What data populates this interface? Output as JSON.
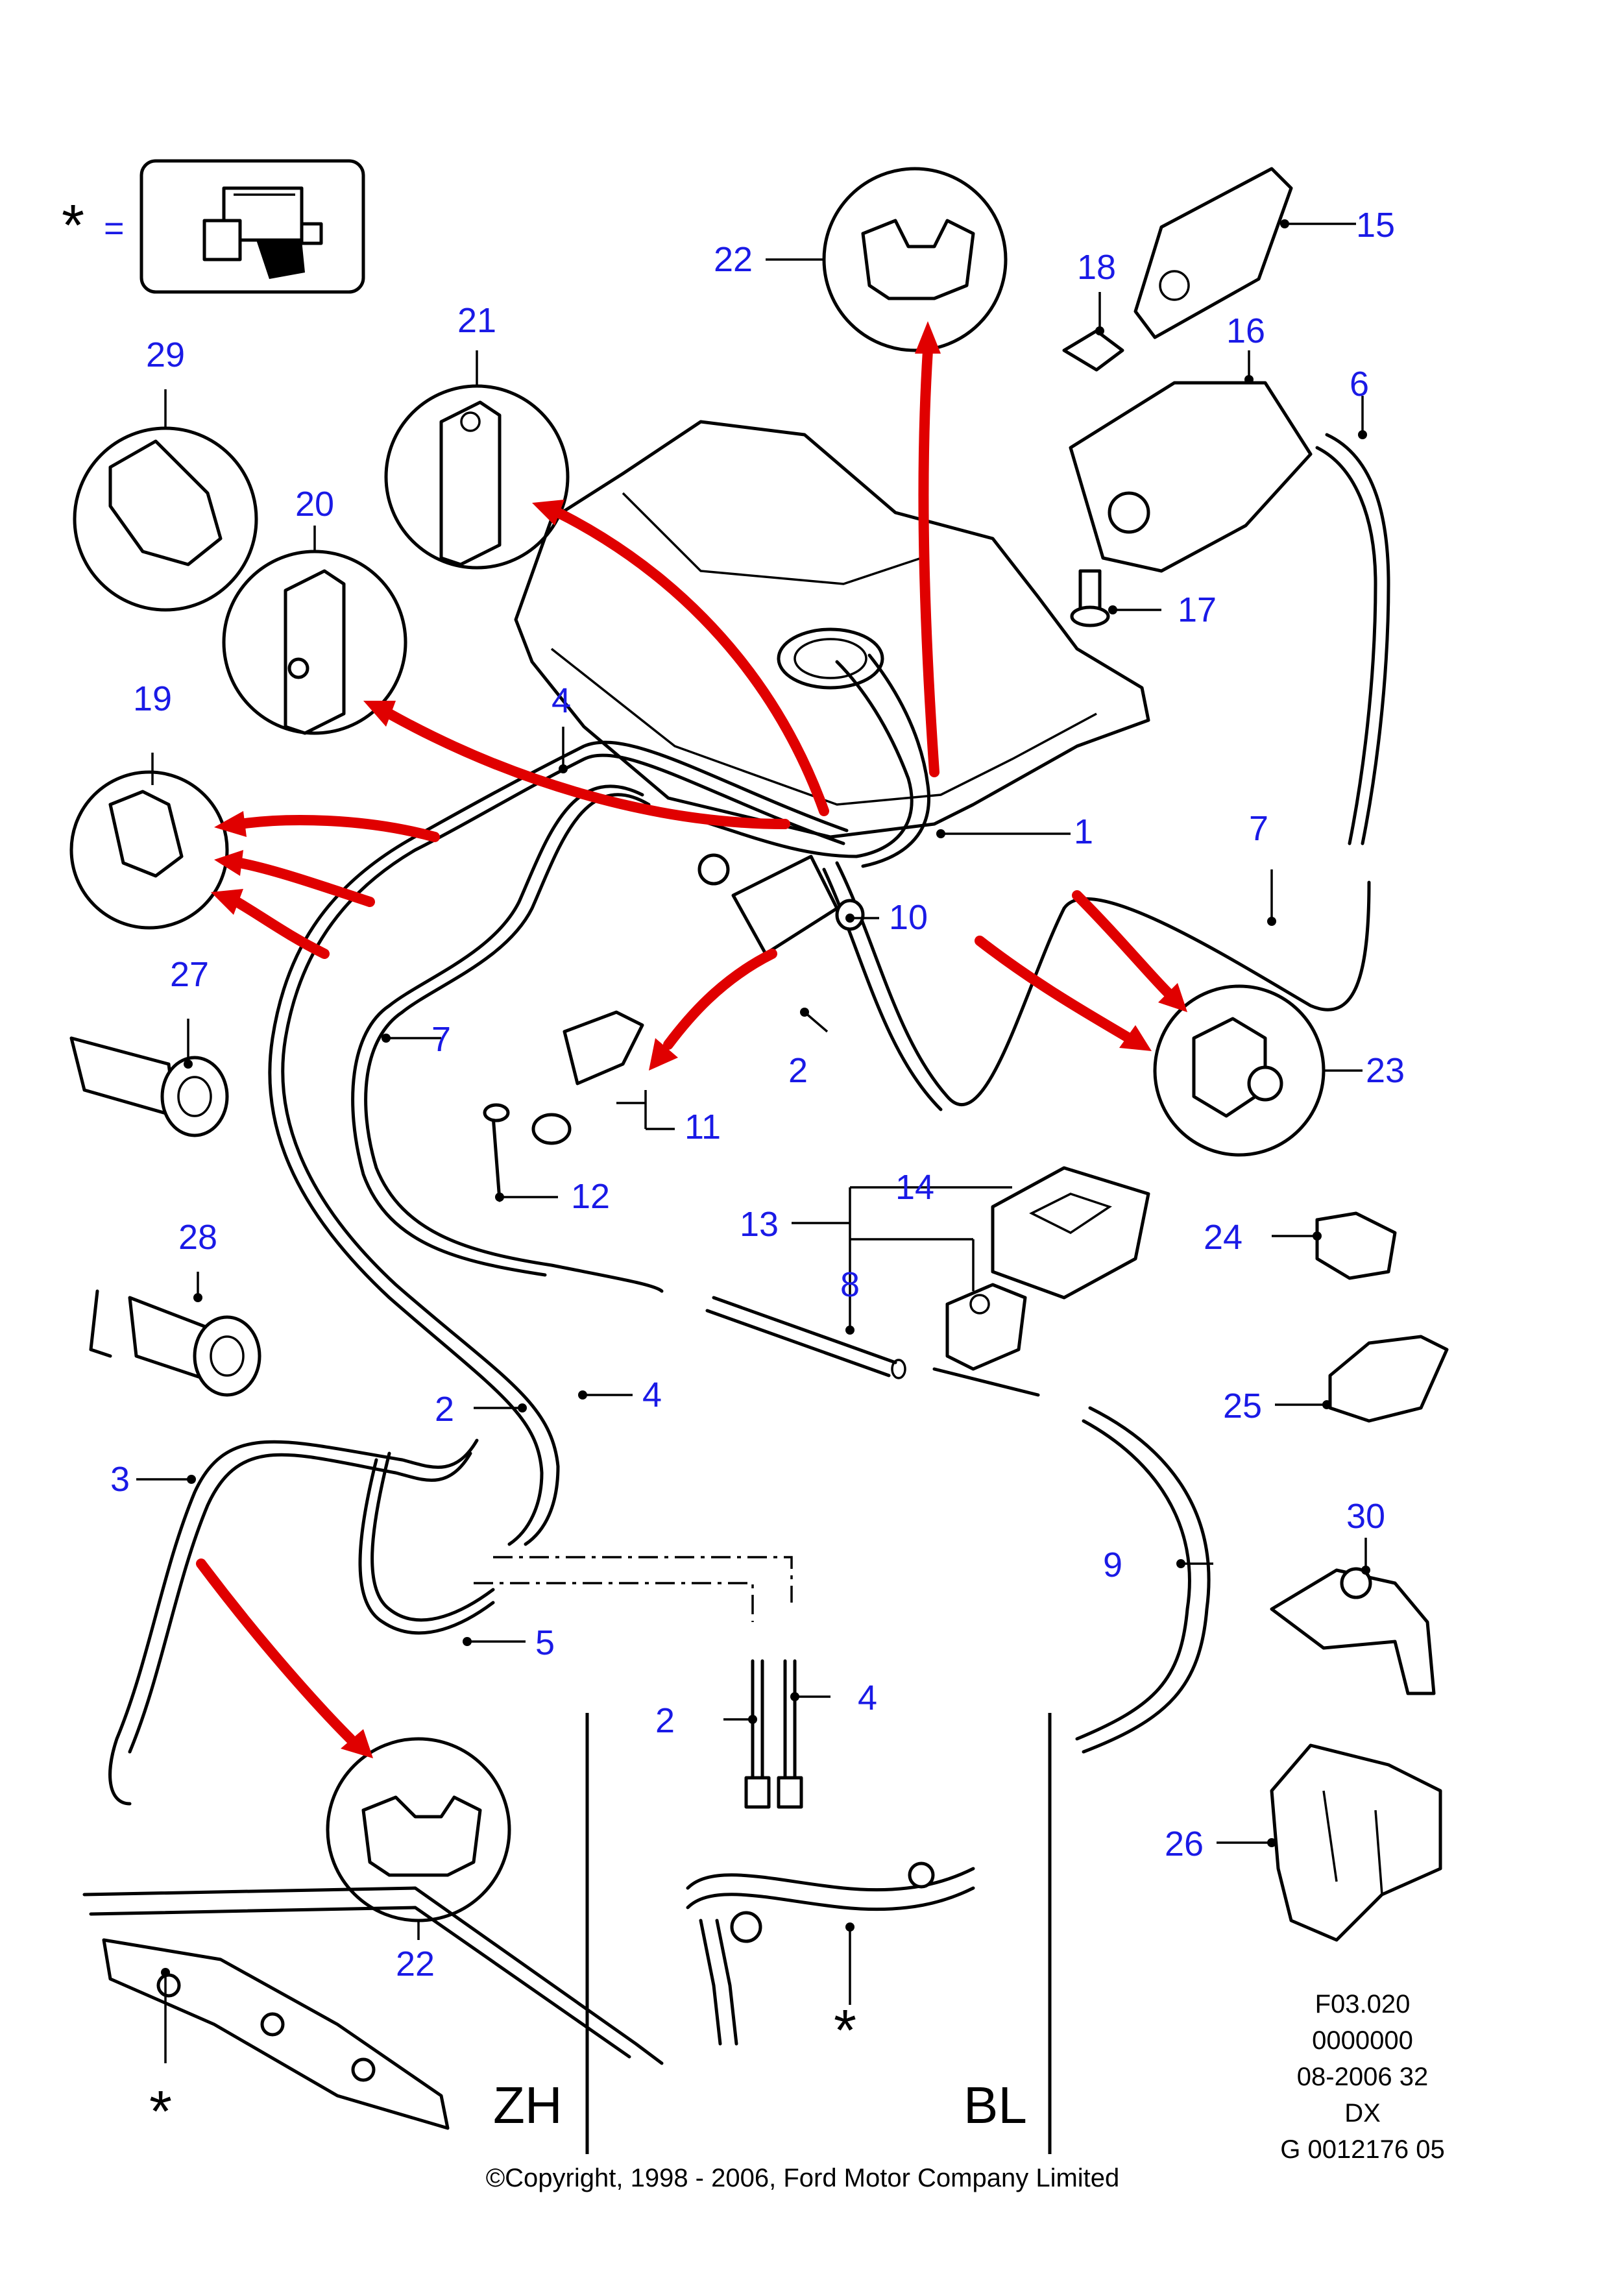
{
  "legend": {
    "symbol": "*",
    "equals": "="
  },
  "callouts": {
    "p1": "1",
    "p2a": "2",
    "p2b": "2",
    "p2c": "2",
    "p3": "3",
    "p4a": "4",
    "p4b": "4",
    "p4c": "4",
    "p5": "5",
    "p6": "6",
    "p7a": "7",
    "p7b": "7",
    "p8": "8",
    "p9": "9",
    "p10": "10",
    "p11": "11",
    "p12": "12",
    "p13": "13",
    "p14": "14",
    "p15": "15",
    "p16": "16",
    "p17": "17",
    "p18": "18",
    "p19": "19",
    "p20": "20",
    "p21": "21",
    "p22a": "22",
    "p22b": "22",
    "p23": "23",
    "p24": "24",
    "p25": "25",
    "p26": "26",
    "p27": "27",
    "p28": "28",
    "p29": "29",
    "p30": "30"
  },
  "variants": {
    "zh": "ZH",
    "bl": "BL",
    "star_zh": "*",
    "star_bl": "*"
  },
  "reference": {
    "line1": "F03.020",
    "line2": "0000000",
    "line3": "08-2006 32",
    "line4": "DX",
    "line5": "G 0012176 05"
  },
  "copyright": "©Copyright, 1998 - 2006, Ford Motor Company Limited",
  "colors": {
    "callout_number": "#1a1ae6",
    "arrow": "#e00000",
    "line": "#000000"
  }
}
